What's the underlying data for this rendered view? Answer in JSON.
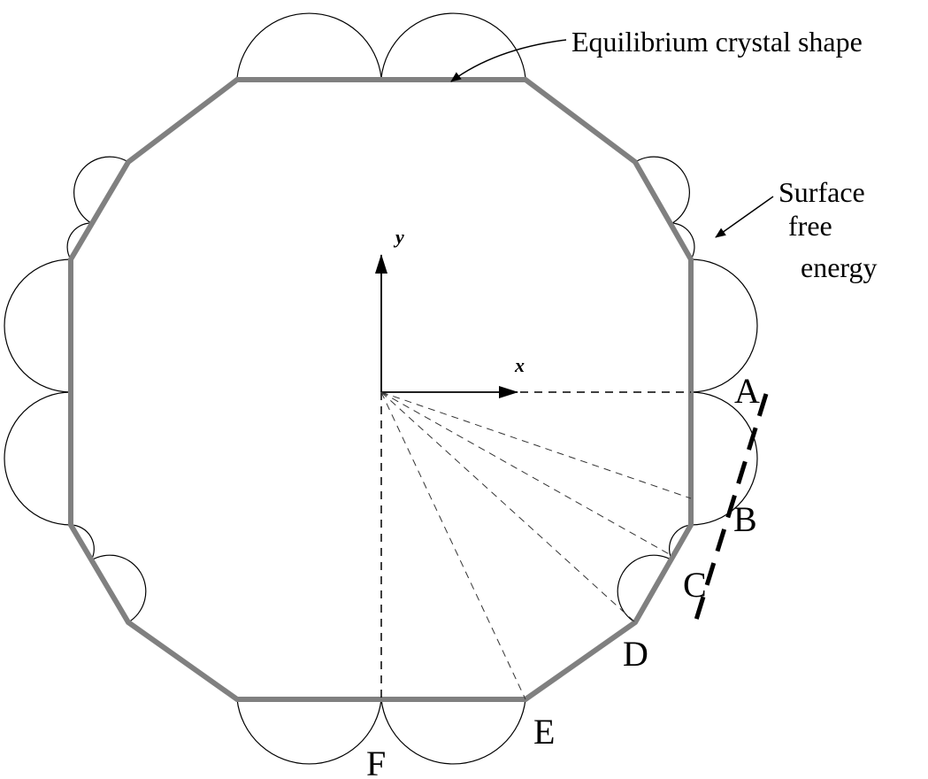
{
  "annotations": {
    "equilibrium_crystal_shape": "Equilibrium crystal shape",
    "surface_free_energy_line1": "Surface",
    "surface_free_energy_line2": "free",
    "surface_free_energy_line3": "energy"
  },
  "axes": {
    "x": "x",
    "y": "y"
  },
  "points": {
    "A": "A",
    "B": "B",
    "C": "C",
    "D": "D",
    "E": "E",
    "F": "F"
  },
  "colors": {
    "crystal_shape": "#808080",
    "lines": "#000000",
    "background": "#ffffff"
  }
}
